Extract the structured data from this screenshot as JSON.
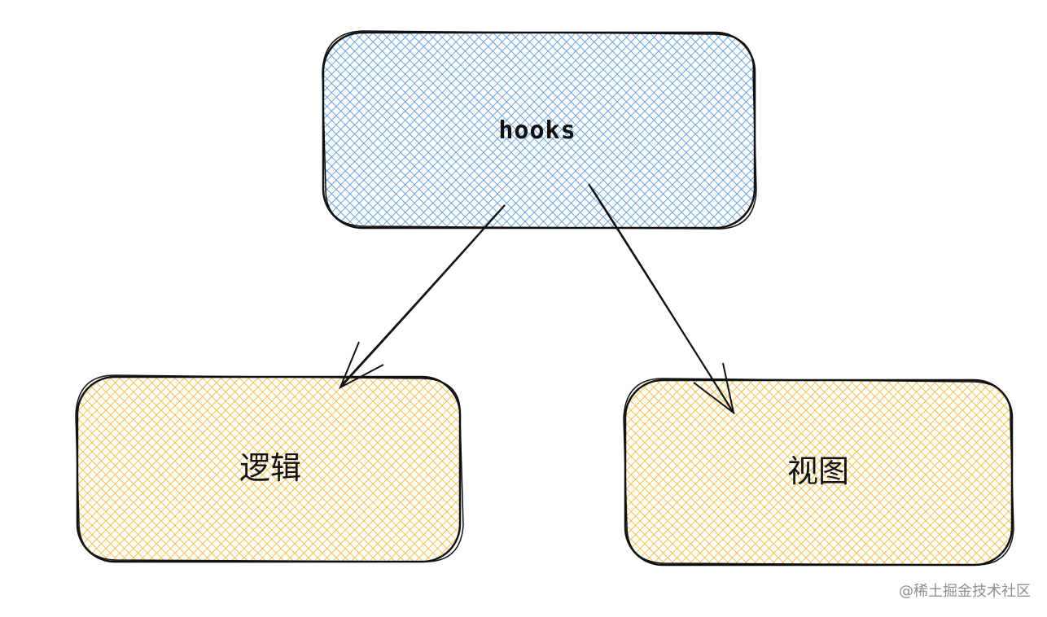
{
  "diagram": {
    "nodes": [
      {
        "id": "hooks",
        "label": "hooks",
        "fill": "#4a90d9"
      },
      {
        "id": "logic",
        "label": "逻辑",
        "fill": "#f0b429"
      },
      {
        "id": "view",
        "label": "视图",
        "fill": "#f0b429"
      }
    ],
    "edges": [
      {
        "from": "hooks",
        "to": "logic"
      },
      {
        "from": "hooks",
        "to": "view"
      }
    ],
    "stroke_color": "#111111"
  },
  "watermark": "@稀土掘金技术社区"
}
